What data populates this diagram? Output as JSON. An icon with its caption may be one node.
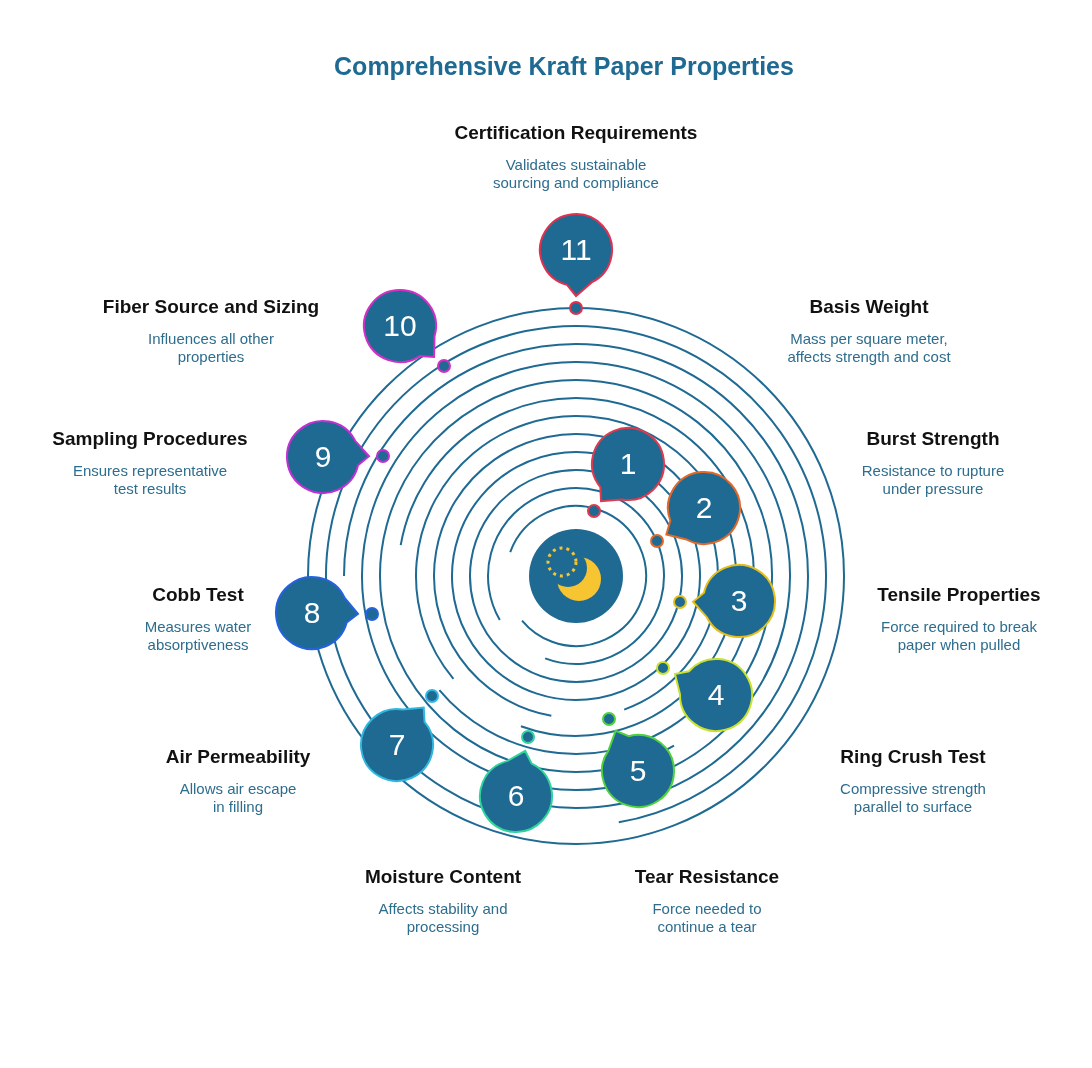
{
  "diagram": {
    "title": "Comprehensive Kraft Paper Properties",
    "nodes": [
      {
        "text": [
          "1"
        ],
        "beside": [
          "Basis Weight",
          "Mass per square meter, affects strength and cost"
        ]
      },
      {
        "text": [
          "2"
        ],
        "beside": [
          "Burst Strength",
          "Resistance to rupture under pressure"
        ]
      },
      {
        "text": [
          "3"
        ],
        "beside": [
          "Tensile Properties",
          "Force required to break paper when pulled"
        ]
      },
      {
        "text": [
          "4"
        ],
        "beside": [
          "Ring Crush Test",
          "Compressive strength parallel to surface"
        ]
      },
      {
        "text": [
          "5"
        ],
        "beside": [
          "Tear Resistance",
          "Force needed to continue a tear"
        ]
      },
      {
        "text": [
          "6"
        ],
        "beside": [
          "Moisture Content",
          "Affects stability and processing"
        ]
      },
      {
        "text": [
          "7"
        ],
        "beside": [
          "Air Permeability",
          "Allows air escape in filling"
        ]
      },
      {
        "text": [
          "8"
        ],
        "beside": [
          "Cobb Test",
          "Measures water absorptiveness"
        ]
      },
      {
        "text": [
          "9"
        ],
        "beside": [
          "Sampling Procedures",
          "Ensures representative test results"
        ]
      },
      {
        "text": [
          "10"
        ],
        "beside": [
          "Fiber Source and Sizing",
          "Influences all other properties"
        ]
      },
      {
        "text": [
          "11"
        ],
        "beside": [
          "Certification Requirements",
          "Validates sustainable sourcing and compliance"
        ]
      }
    ]
  }
}
